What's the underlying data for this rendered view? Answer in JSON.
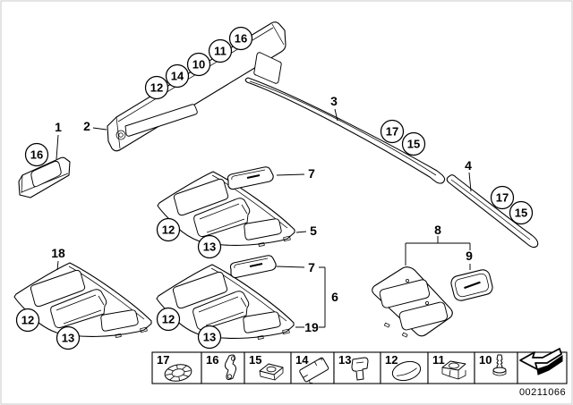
{
  "colors": {
    "line": "#000000",
    "background": "#ffffff",
    "frame_border": "#c8c8c8"
  },
  "doc_number": "00211066",
  "callouts": {
    "circled": [
      {
        "n": "12"
      },
      {
        "n": "14"
      },
      {
        "n": "10"
      },
      {
        "n": "11"
      },
      {
        "n": "16"
      },
      {
        "n": "16"
      },
      {
        "n": "17"
      },
      {
        "n": "15"
      },
      {
        "n": "17"
      },
      {
        "n": "15"
      },
      {
        "n": "12"
      },
      {
        "n": "13"
      },
      {
        "n": "12"
      },
      {
        "n": "13"
      },
      {
        "n": "12"
      },
      {
        "n": "13"
      }
    ],
    "plain": [
      {
        "n": "1"
      },
      {
        "n": "2"
      },
      {
        "n": "3"
      },
      {
        "n": "4"
      },
      {
        "n": "5"
      },
      {
        "n": "6"
      },
      {
        "n": "7"
      },
      {
        "n": "7"
      },
      {
        "n": "8"
      },
      {
        "n": "9"
      },
      {
        "n": "18"
      },
      {
        "n": "19"
      }
    ]
  },
  "legend": {
    "cells": [
      {
        "n": "17",
        "icon": "tooth-lock-washer-icon"
      },
      {
        "n": "16",
        "icon": "spring-clip-icon"
      },
      {
        "n": "15",
        "icon": "clip-nut-icon"
      },
      {
        "n": "14",
        "icon": "retaining-bracket-icon"
      },
      {
        "n": "13",
        "icon": "mounting-clip-icon"
      },
      {
        "n": "12",
        "icon": "cover-cap-icon"
      },
      {
        "n": "11",
        "icon": "cage-nut-icon"
      },
      {
        "n": "10",
        "icon": "expansion-rivet-icon"
      }
    ],
    "arrow_icon": "continuation-arrow-icon"
  }
}
